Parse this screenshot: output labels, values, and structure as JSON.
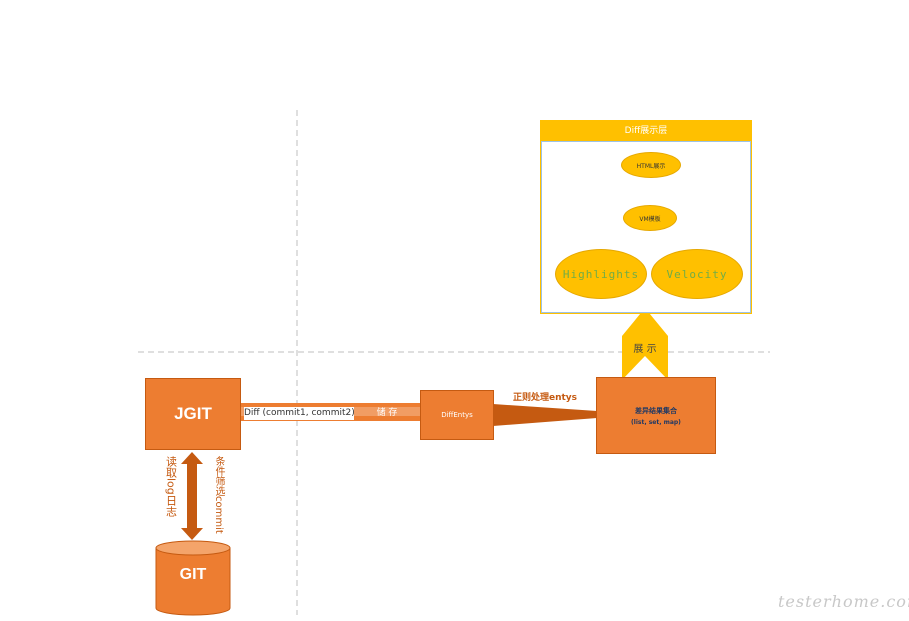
{
  "jgit": {
    "label": "JGIT"
  },
  "git": {
    "label": "GIT"
  },
  "diff_label": "Diff (commit1, commit2)",
  "store_label": "储  存",
  "diffentys": {
    "label": "DiffEntys"
  },
  "regex_label": "正则处理entys",
  "result_set": {
    "line1": "差异结果集合",
    "line2": "(list, set, map)"
  },
  "read_log_label": "读取log日志",
  "filter_commit_label": "条件筛选commit",
  "display_label": "展  示",
  "diff_layer": {
    "title": "Diff展示层",
    "html_label": "HTML展示",
    "vm_label": "VM模板",
    "highlights": "Highlights",
    "velocity": "Velocity"
  },
  "watermark": "testerhome.com",
  "colors": {
    "orange": "#ED7D31",
    "orange_dark": "#C55A11",
    "gold": "#FFC000",
    "green": "#70AD47",
    "dashed": "#bfbfbf"
  }
}
